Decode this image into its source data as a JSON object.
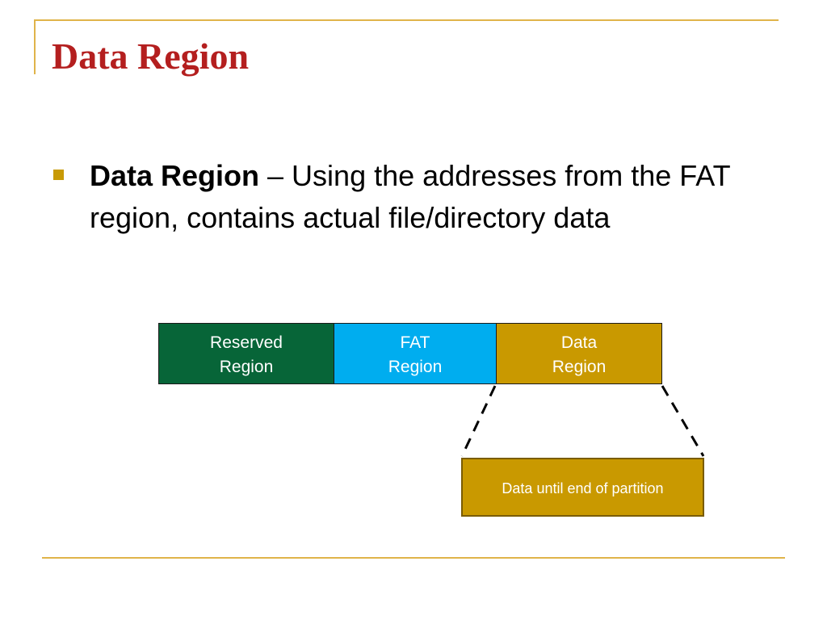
{
  "slide": {
    "title": "Data Region",
    "bullet": {
      "term": "Data Region",
      "text": " – Using the addresses from the FAT region, contains actual file/directory data"
    }
  },
  "diagram": {
    "regions": [
      {
        "line1": "Reserved",
        "line2": "Region",
        "color": "#076538"
      },
      {
        "line1": "FAT",
        "line2": "Region",
        "color": "#00adef"
      },
      {
        "line1": "Data",
        "line2": "Region",
        "color": "#c99900"
      }
    ],
    "detail": {
      "label": "Data until end of partition",
      "color": "#c99900"
    }
  },
  "colors": {
    "title": "#b41f1f",
    "accent_lines": "#e0b44a",
    "bullet_marker": "#c89a06"
  }
}
